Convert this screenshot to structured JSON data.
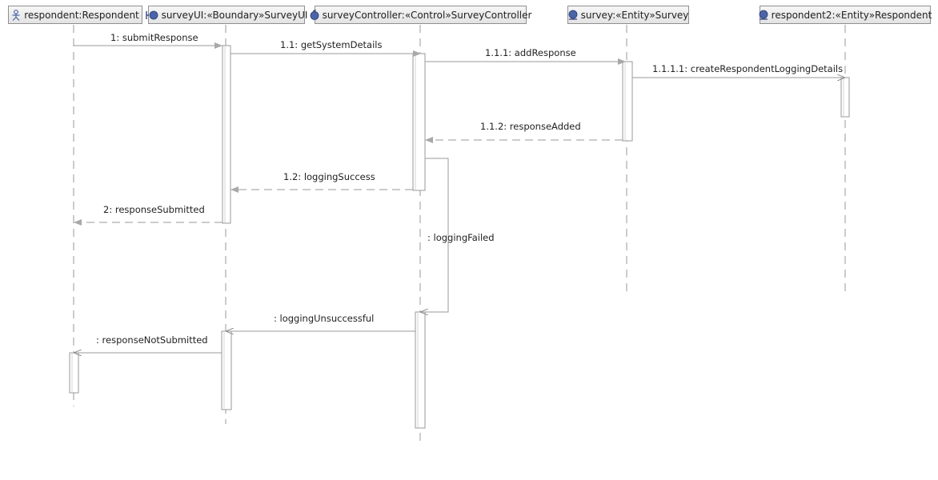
{
  "lifelines": [
    {
      "label": "respondent:Respondent",
      "icon": "actor-icon"
    },
    {
      "label": "surveyUI:«Boundary»SurveyUI",
      "icon": "boundary-icon"
    },
    {
      "label": "surveyController:«Control»SurveyController",
      "icon": "control-icon"
    },
    {
      "label": "survey:«Entity»Survey",
      "icon": "entity-icon"
    },
    {
      "label": "respondent2:«Entity»Respondent",
      "icon": "entity-icon"
    }
  ],
  "messages": [
    {
      "label": "1: submitResponse",
      "from": 0,
      "to": 1,
      "kind": "sync"
    },
    {
      "label": "1.1: getSystemDetails",
      "from": 1,
      "to": 2,
      "kind": "sync"
    },
    {
      "label": "1.1.1: addResponse",
      "from": 2,
      "to": 3,
      "kind": "sync"
    },
    {
      "label": "1.1.1.1: createRespondentLoggingDetails",
      "from": 3,
      "to": 4,
      "kind": "async"
    },
    {
      "label": "1.1.2: responseAdded",
      "from": 3,
      "to": 2,
      "kind": "reply"
    },
    {
      "label": "1.2: loggingSuccess",
      "from": 2,
      "to": 1,
      "kind": "reply"
    },
    {
      "label": "2: responseSubmitted",
      "from": 1,
      "to": 0,
      "kind": "reply"
    },
    {
      "label": ": loggingFailed",
      "from": 2,
      "to": 2,
      "kind": "self"
    },
    {
      "label": ": loggingUnsuccessful",
      "from": 2,
      "to": 1,
      "kind": "async"
    },
    {
      "label": ": responseNotSubmitted",
      "from": 1,
      "to": 0,
      "kind": "async"
    }
  ],
  "colors": {
    "line": "#9a9a9a",
    "head_border": "#8f8f8f",
    "icon_fill": "#4a64a6"
  }
}
